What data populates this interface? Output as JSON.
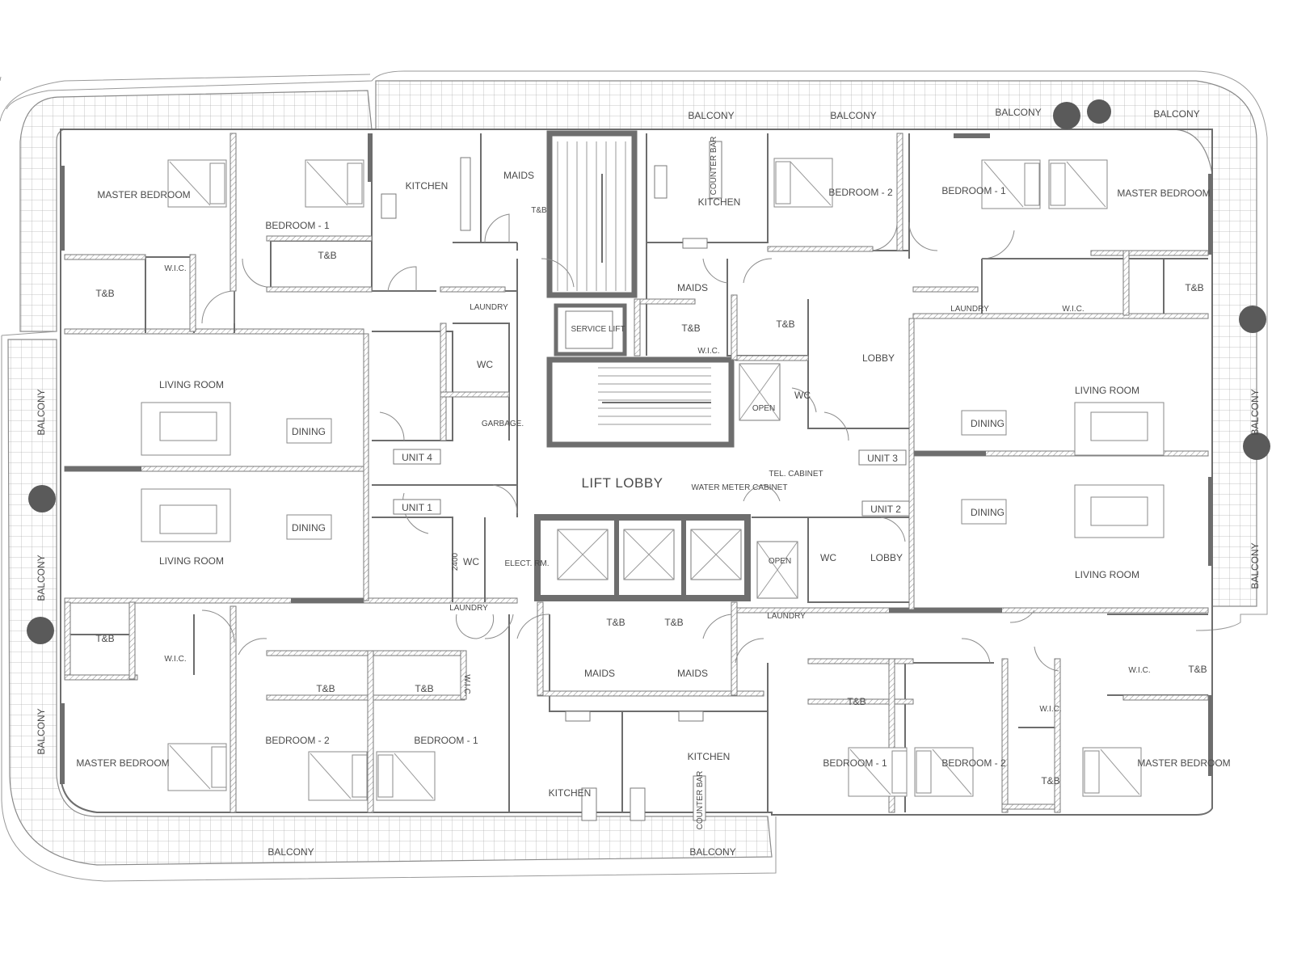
{
  "labels": {
    "lift_lobby": "LIFT LOBBY",
    "service_lift": "SERVICE LIFT",
    "water_meter_cabinet": "WATER METER CABINET",
    "tel_cabinet": "TEL. CABINET",
    "garbage": "GARBAGE.",
    "elect_rm": "ELECT. RM.",
    "open": "OPEN",
    "lobby": "LOBBY",
    "unit_1": "UNIT 1",
    "unit_2": "UNIT 2",
    "unit_3": "UNIT 3",
    "unit_4": "UNIT 4",
    "balcony": "BALCONY",
    "master_bedroom": "MASTER BEDROOM",
    "bedroom_1": "BEDROOM - 1",
    "bedroom_2": "BEDROOM - 2",
    "living_room": "LIVING ROOM",
    "dining": "DINING",
    "kitchen": "KITCHEN",
    "maids": "MAIDS",
    "laundry": "LAUNDRY",
    "t_and_b": "T&B",
    "wc": "WC",
    "wic": "W.I.C.",
    "counter_bar": "COUNTER BAR",
    "dim_2400": "2400"
  }
}
